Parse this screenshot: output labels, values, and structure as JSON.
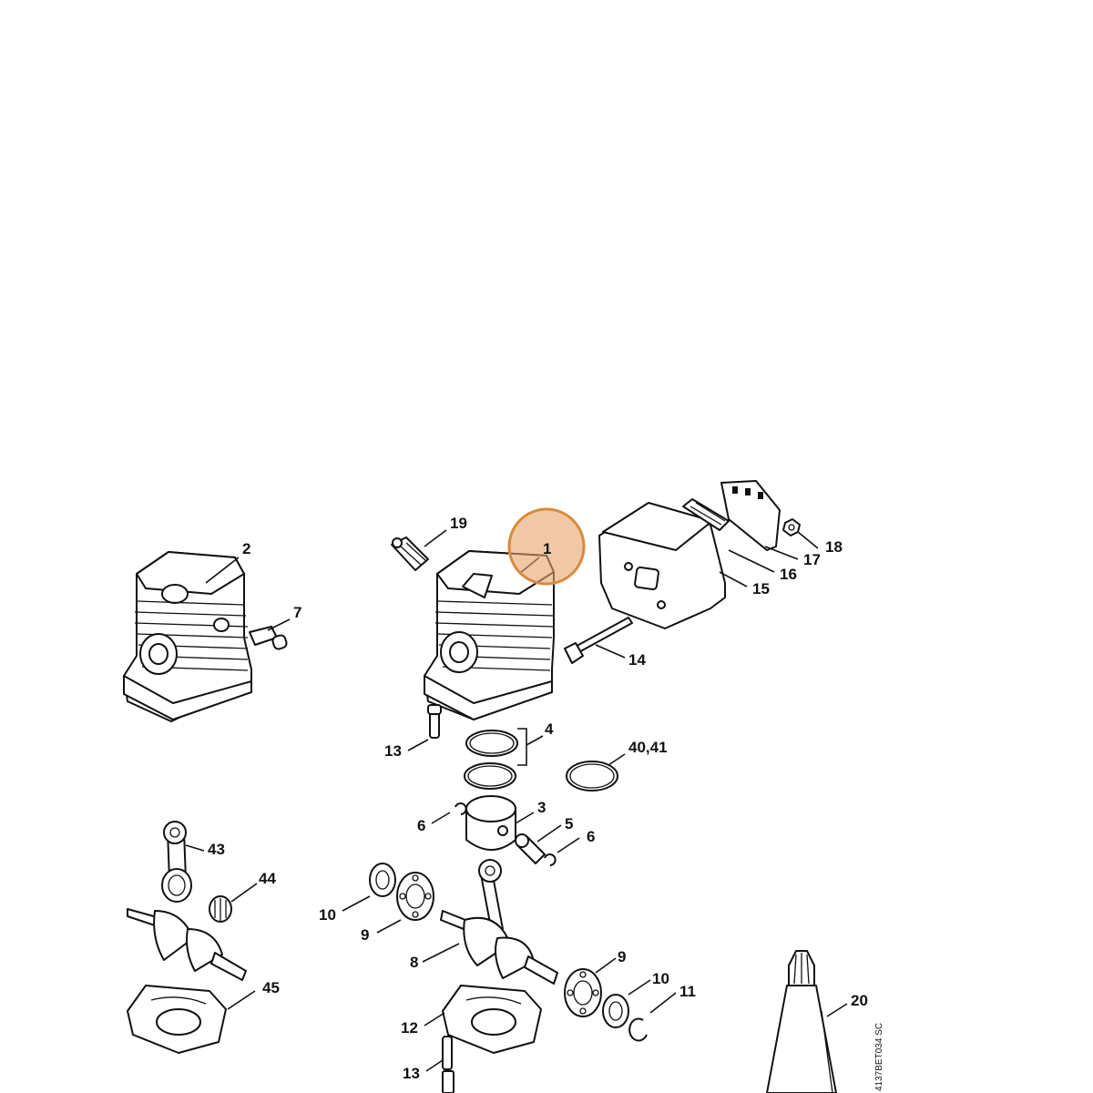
{
  "diagram": {
    "drawing_code": "4137BET034 SC",
    "highlight_color": "#E8A46C",
    "highlight_stroke": "#D98A3C",
    "highlighted_callout": "1"
  },
  "callouts": {
    "c1": "1",
    "c2": "2",
    "c3": "3",
    "c4": "4",
    "c5": "5",
    "c6a": "6",
    "c6b": "6",
    "c7": "7",
    "c8": "8",
    "c9a": "9",
    "c9b": "9",
    "c10a": "10",
    "c10b": "10",
    "c11": "11",
    "c12": "12",
    "c13a": "13",
    "c13b": "13",
    "c14": "14",
    "c15": "15",
    "c16": "16",
    "c17": "17",
    "c18": "18",
    "c19": "19",
    "c20": "20",
    "c40_41": "40,41",
    "c43": "43",
    "c44": "44",
    "c45": "45"
  }
}
